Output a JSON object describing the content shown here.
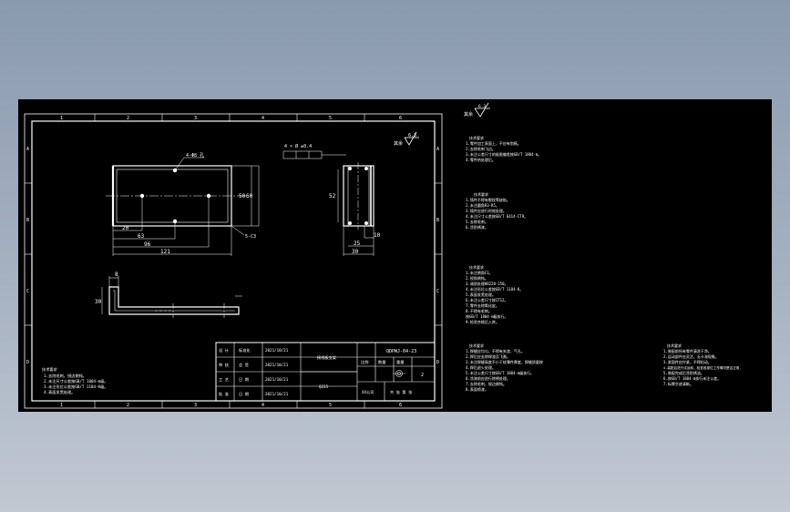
{
  "colors": {
    "background_top": "#8a9aae",
    "canvas": "#000000",
    "line": "#ffffff",
    "dim": "#e8e8e8"
  },
  "drawing": {
    "roughness_main": "6.3",
    "roughness_note": "6.3",
    "hole_callout": "4-Φ8 孔",
    "chamfer_callout": "5-C3",
    "tolerance_note": "4 × Ø  ±0.4",
    "dims": {
      "front_w": "121",
      "front_hole_span": "96",
      "front_mid": "63",
      "front_offset": "20",
      "front_h1": "50",
      "front_h2": "60",
      "side_h": "52",
      "side_w_small": "10",
      "side_w_mid": "25",
      "side_w": "30",
      "bottom_left": "30",
      "bottom_top": "8"
    }
  },
  "tech_notes_left": {
    "title": "技术要求",
    "lines": [
      "1.去除毛刺，锐边倒钝。",
      "2.未注尺寸公差按GB/T 1804-m级。",
      "3.未注形位公差按GB/T 1184-K级。",
      "4.表面发黑处理。"
    ]
  },
  "title_block": {
    "row_labels": [
      "设 计",
      "审 核",
      "工 艺",
      "批 准"
    ],
    "sign_labels": [
      "标准化",
      "会 签",
      "日 期",
      "日 期"
    ],
    "dates": [
      "2021/10/21",
      "2021/10/21",
      "2021/10/21",
      "2021/10/21"
    ],
    "part_name": "接线板支架",
    "material": "Q235",
    "drawing_number": "QDPWJ-04-23",
    "scale_label": "比例",
    "quantity_label": "数量",
    "weight_label": "重量",
    "quantity": "2",
    "company": "XX公司",
    "sheet": "共 张 第 张"
  },
  "frame_numbers": [
    "1",
    "2",
    "3",
    "4",
    "5",
    "6"
  ],
  "frame_letters": [
    "A",
    "B",
    "C",
    "D"
  ],
  "right_panel": {
    "roughness_label": "其余",
    "roughness_symbol": "6.3",
    "blocks": [
      {
        "title": "技术要求",
        "lines": [
          "1.零件加工表面上，不应有划痕。",
          "2.去除毛刺飞边。",
          "3.未注公差尺寸的极限偏差按GB/T 1804-m。",
          "4.零件热处理后。"
        ]
      },
      {
        "title": "技术要求",
        "lines": [
          "1.铸件不得有裂纹等缺陷。",
          "2.未注圆角R3-R5。",
          "3.铸件应进行时效处理。",
          "4.未注尺寸公差按GB/T 6414-CT9。",
          "5.去除毛刺。",
          "6.涂防锈漆。"
        ]
      },
      {
        "title": "技术要求",
        "lines": [
          "1.未注倒角C1。",
          "2.锐角倒钝。",
          "3.调质处理HB220-250。",
          "4.未注形位公差按GB/T 1184-K。",
          "5.表面发黑处理。",
          "6.未注公差尺寸按IT12。",
          "7.零件去除氧化皮。",
          "8.不得有毛刺。",
          "  按GB/T 1804-m级执行。",
          "9.检验合格后入库。"
        ]
      },
      {
        "title": "技术要求",
        "lines": [
          "1.焊缝应均匀，不得有夹渣、气孔。",
          "2.焊后应去除焊渣及飞溅。",
          "3.未注焊缝高度不小于较薄件厚度，焊缝质量按",
          "4.焊后退火处理。",
          "5.未注公差尺寸按GB/T 1804-m级执行。",
          "6.涂漆前应进行除锈处理。",
          "7.去除毛刺，锐边倒钝。",
          "8.表面喷漆。"
        ]
      },
      {
        "title": "技术要求",
        "lines": [
          "1.装配前所有零件清洗干净。",
          "2.运动部件应灵活，无卡滞现象。",
          "3.紧固件应拧紧，不得松动。",
          "4.装配后进行试运转，检查各部位工作情况是否正常，",
          "5.装配完成后涂防锈油。",
          "6.按GB/T 1804-m执行未注公差。",
          "7.标牌字迹清晰。"
        ]
      }
    ]
  }
}
